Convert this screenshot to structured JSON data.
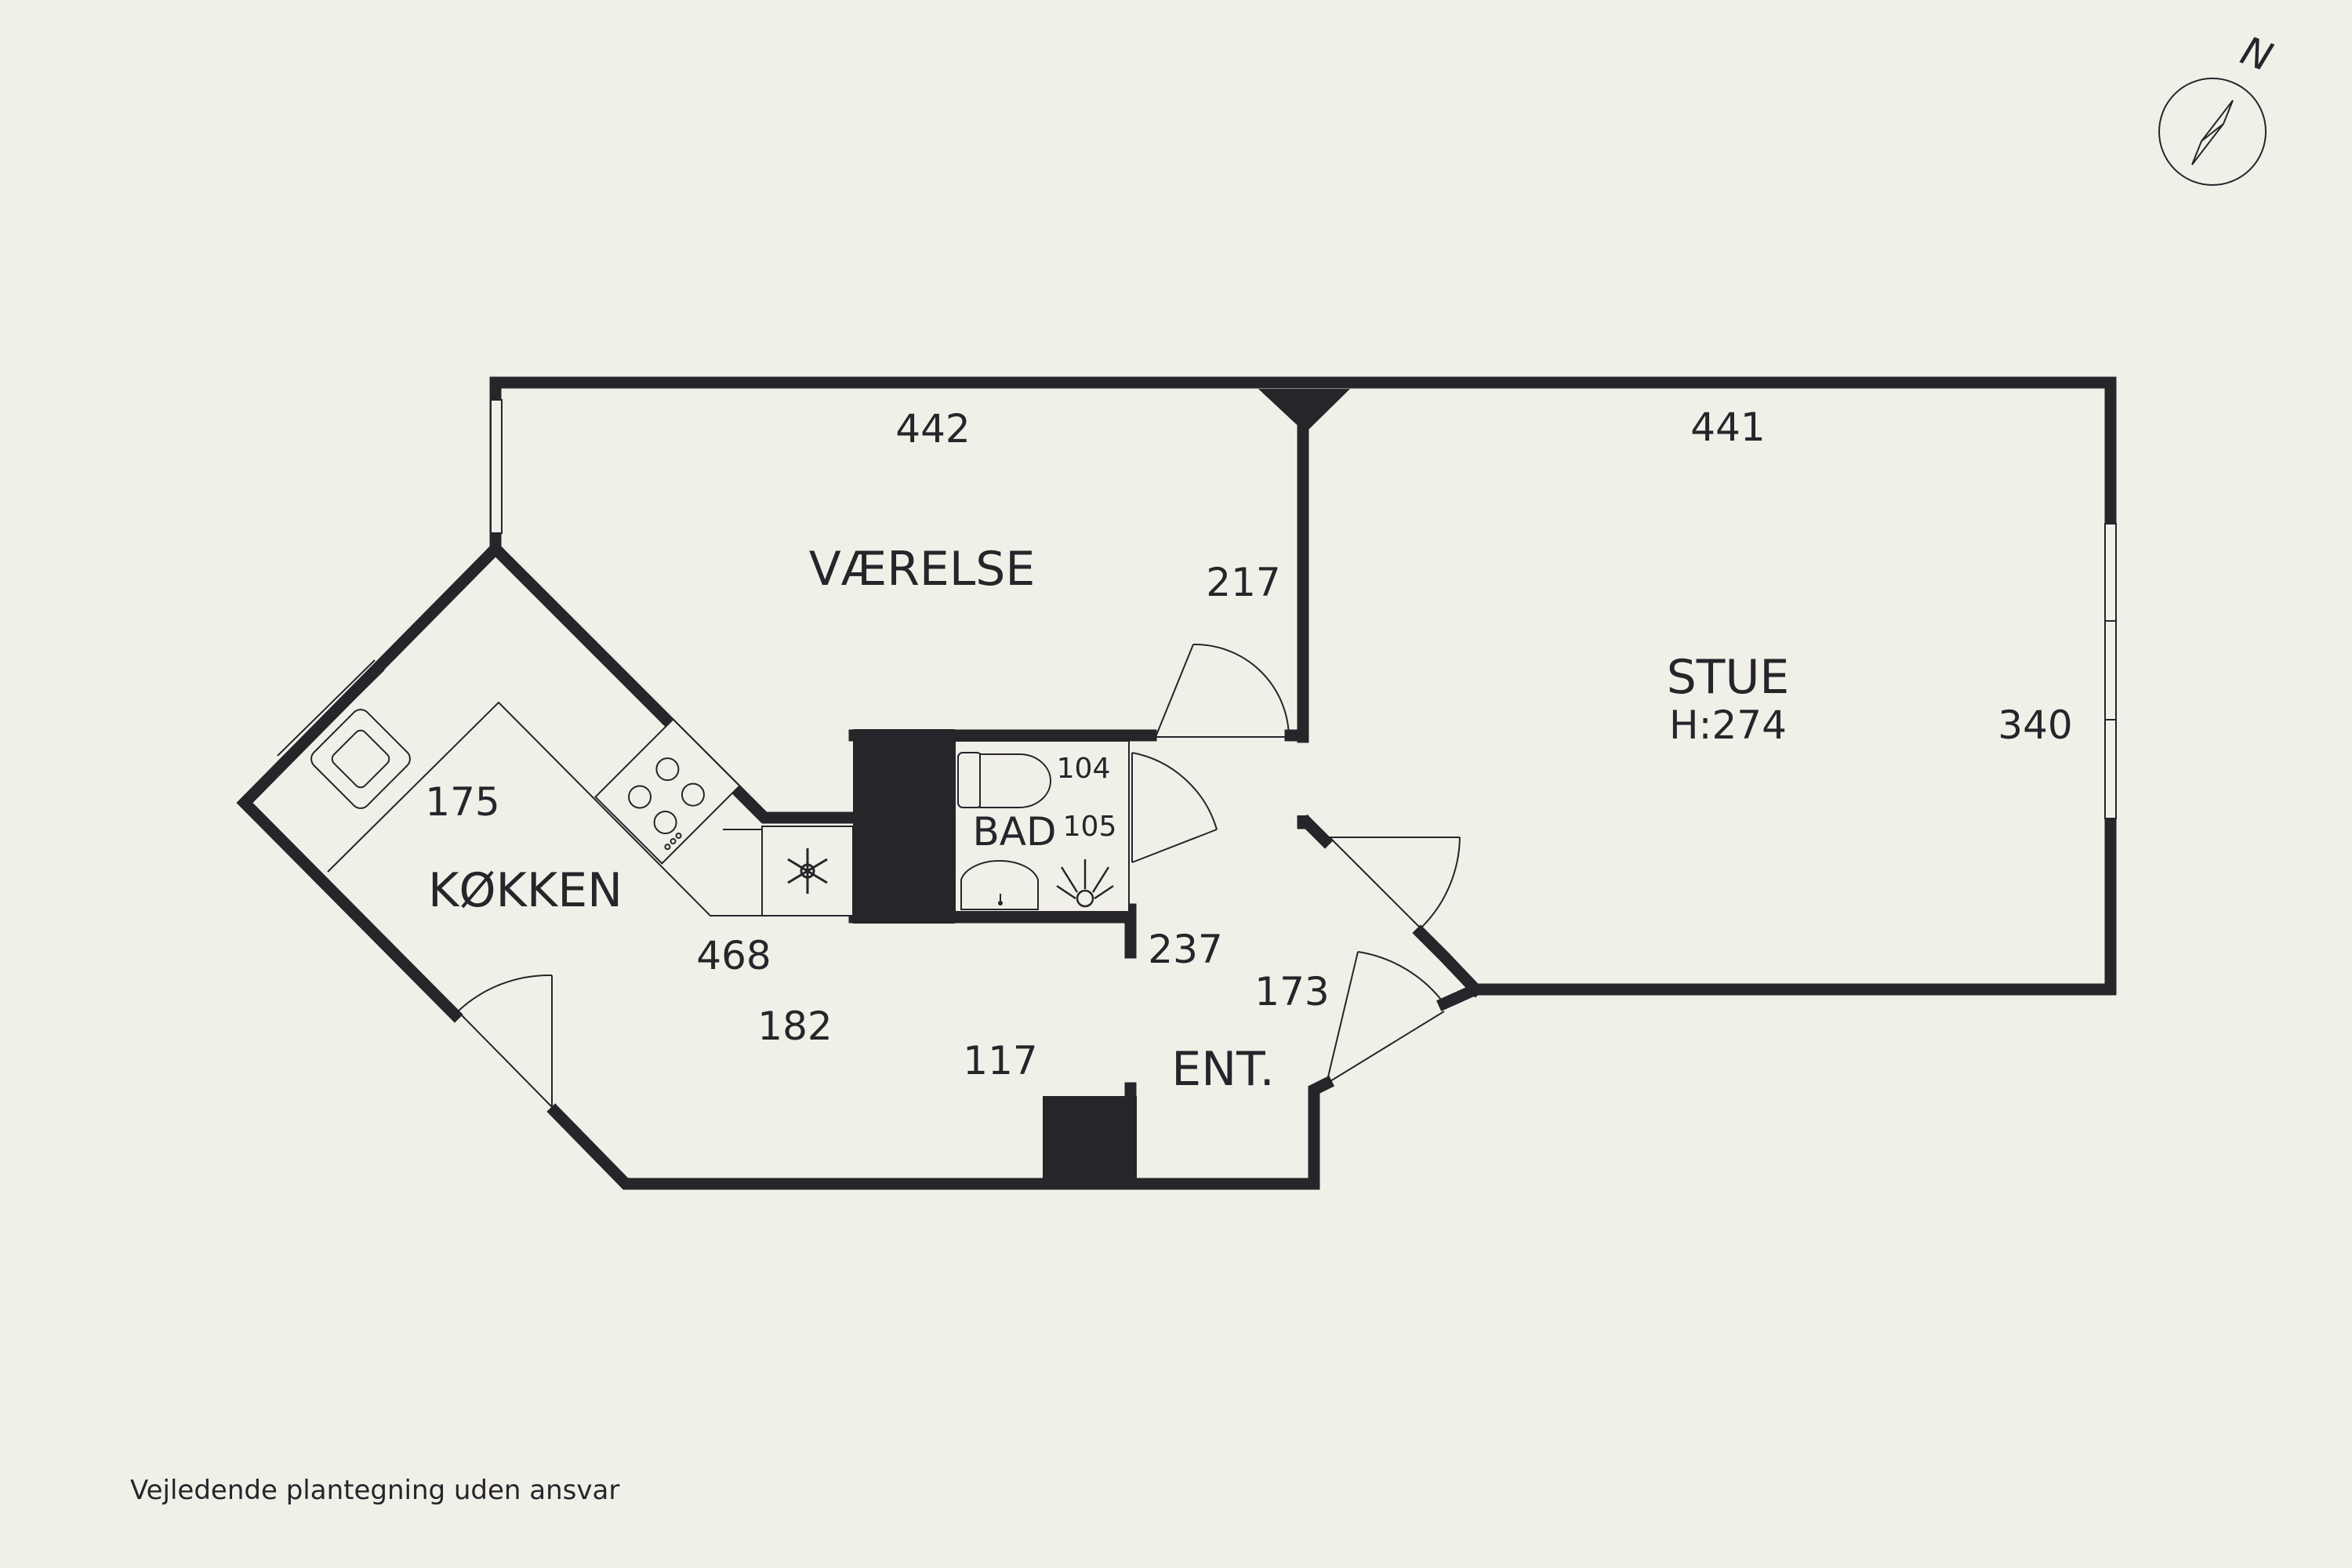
{
  "rooms": {
    "vaerelse": "VÆRELSE",
    "stue": "STUE",
    "stue_height": "H:274",
    "koekken": "KØKKEN",
    "bad": "BAD",
    "entre": "ENT."
  },
  "dimensions": {
    "vaerelse_top": "442",
    "stue_top": "441",
    "vaerelse_right": "217",
    "stue_right": "340",
    "koekken_counter": "175",
    "koekken_468": "468",
    "koekken_182": "182",
    "hall_117": "117",
    "hall_237": "237",
    "entre_173": "173",
    "bad_104": "104",
    "bad_105": "105"
  },
  "compass": {
    "label": "N"
  },
  "footer": {
    "disclaimer": "Vejledende plantegning uden ansvar"
  },
  "colors": {
    "wall": "#27242a",
    "background": "#f1f0e8"
  }
}
